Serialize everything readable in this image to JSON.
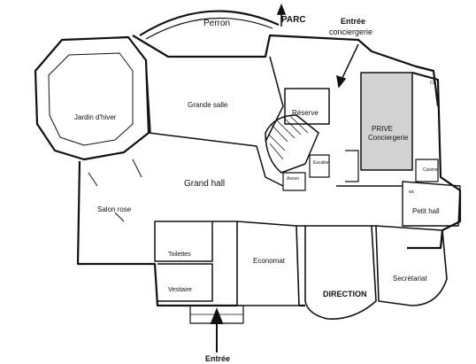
{
  "labels": {
    "perron": "Perron",
    "parc": "PARC",
    "entree_conciergerie_1": "Entrée",
    "entree_conciergerie_2": "conciergerie",
    "jardin_hiver": "Jardin d'hiver",
    "grande_salle": "Grande salle",
    "reserve": "Réserve",
    "prive_1": "PRIVE",
    "prive_2": "Conciergerie",
    "grand_hall": "Grand hall",
    "salon_rose": "Salon rose",
    "toilettes": "Toilettes",
    "vestiaire": "Vestiaire",
    "economat": "Economat",
    "direction": "DIRECTION",
    "secretariat": "Secrétariat",
    "petit_hall": "Petit hall",
    "cuisine": "Cuisine",
    "escalier": "Escalier",
    "ascenseur": "Ascen",
    "ch": "Ch",
    "wc": "wc",
    "entree": "Entrée"
  },
  "colors": {
    "wall": "#111111",
    "prive_fill": "#d2d2d2"
  }
}
